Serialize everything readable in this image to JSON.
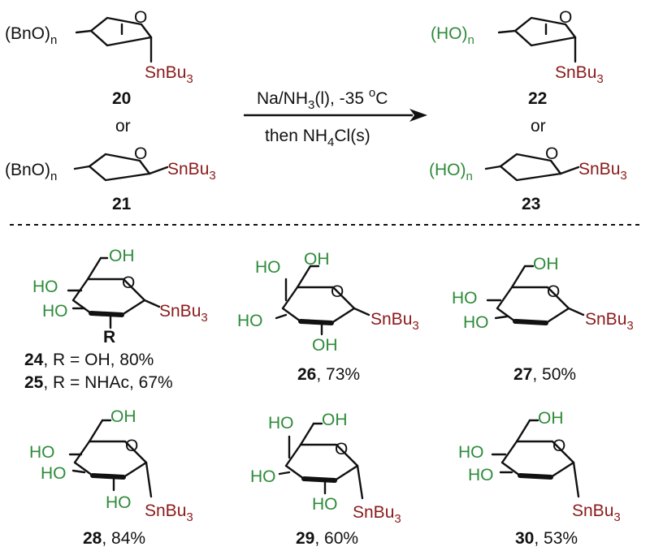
{
  "colors": {
    "ink": "#111111",
    "hydroxyl": "#2e8b3a",
    "stannane": "#8b1a1a"
  },
  "reaction": {
    "reagent_line1": {
      "a": "Na/NH",
      "sub": "3",
      "b": "(l), -35 ",
      "sup": "o",
      "c": "C"
    },
    "reagent_line2": {
      "a": "then NH",
      "sub": "4",
      "b": "Cl(s)"
    },
    "or": "or"
  },
  "reactants": {
    "alpha": {
      "group": "(BnO)",
      "n": "n",
      "number": "20"
    },
    "beta": {
      "group": "(BnO)",
      "n": "n",
      "number": "21"
    }
  },
  "products_general": {
    "alpha": {
      "group": "(HO)",
      "n": "n",
      "number": "22"
    },
    "beta": {
      "group": "(HO)",
      "n": "n",
      "number": "23"
    }
  },
  "stannane": {
    "base": "SnBu",
    "sub": "3"
  },
  "atoms": {
    "O": "O",
    "OH": "OH",
    "HO": "HO",
    "R": "R"
  },
  "products": [
    {
      "numbers": [
        "24",
        "25"
      ],
      "yields": [
        ", R = OH, 80%",
        ", R = NHAc, 67%"
      ]
    },
    {
      "number": "26",
      "yield": ", 73%"
    },
    {
      "number": "27",
      "yield": ", 50%"
    },
    {
      "number": "28",
      "yield": ", 84%"
    },
    {
      "number": "29",
      "yield": ", 60%"
    },
    {
      "number": "30",
      "yield": ", 53%"
    }
  ]
}
